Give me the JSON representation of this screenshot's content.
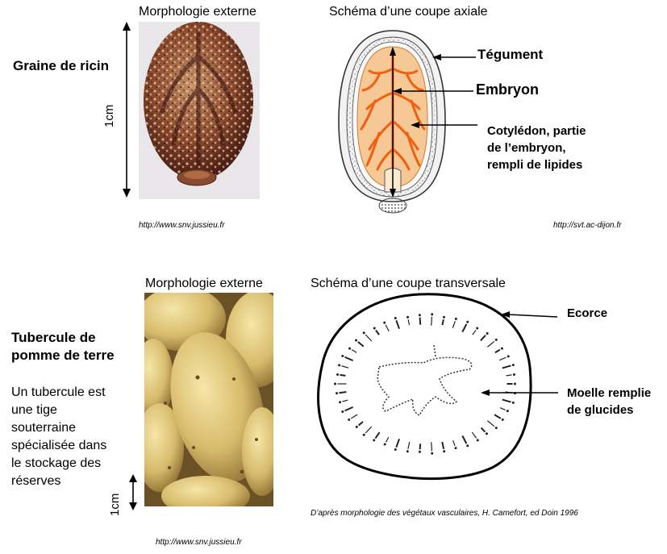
{
  "ricin": {
    "title": "Graine de ricin",
    "morph_heading": "Morphologie externe",
    "schema_heading": "Schéma d’une coupe axiale",
    "scale_label": "1cm",
    "labels": {
      "tegument": "Tégument",
      "embryon": "Embryon",
      "cotyledon_1": "Cotylédon, partie",
      "cotyledon_2": "de l’embryon,",
      "cotyledon_3": "rempli de lipides"
    },
    "credit_photo": "http://www.snv.jussieu.fr",
    "credit_schema": "http://svt.ac-dijon.fr"
  },
  "potato": {
    "title_1": "Tubercule de",
    "title_2": "pomme de terre",
    "description": [
      "Un tubercule est",
      "une tige",
      "souterraine",
      "spécialisée dans",
      "le stockage des",
      "réserves"
    ],
    "morph_heading": "Morphologie externe",
    "schema_heading": "Schéma d’une coupe transversale",
    "scale_label": "1cm",
    "labels": {
      "ecorce": "Ecorce",
      "moelle_1": "Moelle remplie",
      "moelle_2": "de glucides"
    },
    "credit_schema": "D’après morphologie des végétaux vasculaires, H. Camefort, ed Doin 1996",
    "credit_photo": "http://www.snv.jussieu.fr"
  }
}
